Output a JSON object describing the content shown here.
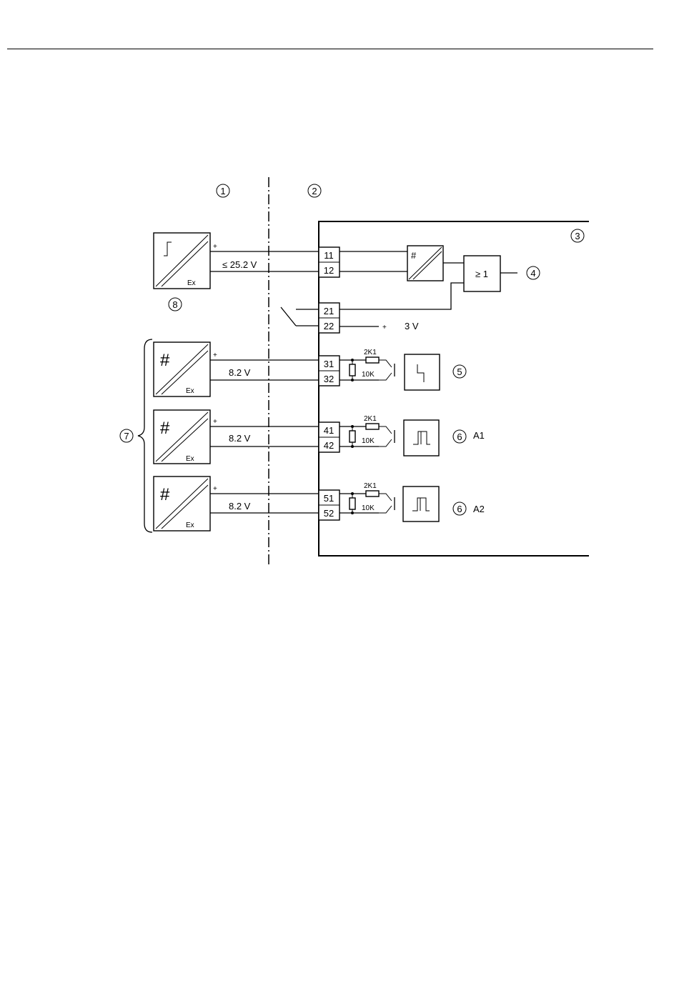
{
  "callouts": {
    "c1": "1",
    "c2": "2",
    "c3": "3",
    "c4": "4",
    "c5": "5",
    "c6a": "6",
    "c6b": "6",
    "c7": "7",
    "c8": "8"
  },
  "output_labels": {
    "a1": "A1",
    "a2": "A2"
  },
  "supply": {
    "ex_label": "Ex",
    "plus": "+",
    "voltage_supply": "≤ 25.2 V",
    "voltage_sensor": "8.2 V",
    "voltage_contact": "3 V"
  },
  "terminals": {
    "t11": "11",
    "t12": "12",
    "t21": "21",
    "t22": "22",
    "t31": "31",
    "t32": "32",
    "t41": "41",
    "t42": "42",
    "t51": "51",
    "t52": "52"
  },
  "components": {
    "resistor_series": "2K1",
    "resistor_shunt": "10K",
    "or_gate": "≥ 1",
    "converter_symbol": "#"
  }
}
